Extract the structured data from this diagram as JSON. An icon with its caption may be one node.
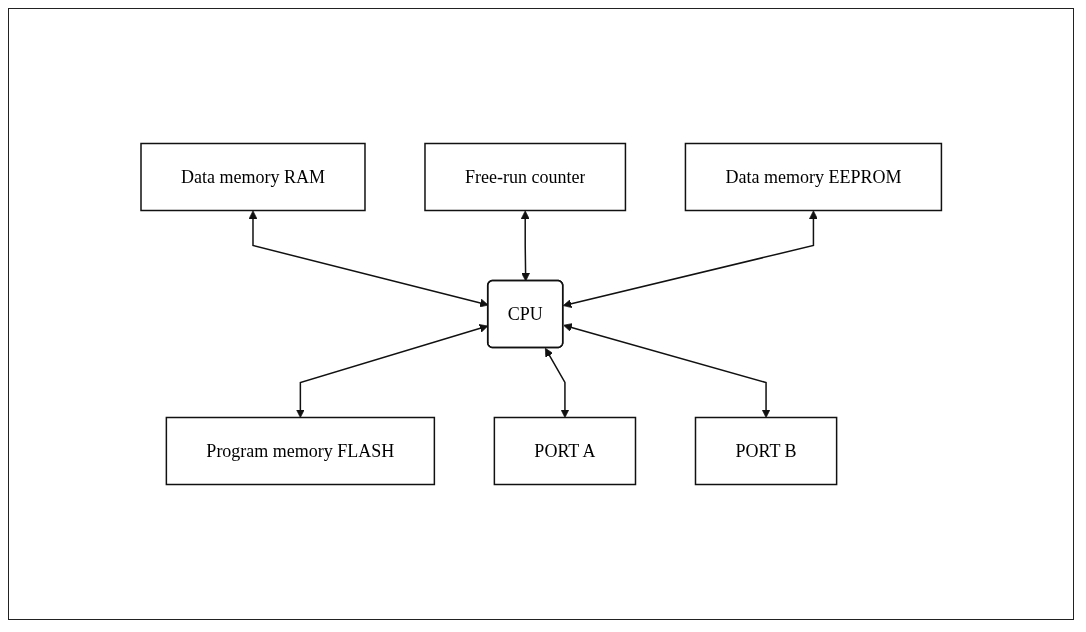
{
  "diagram": {
    "nodes": [
      {
        "text": [
          "Data memory RAM"
        ]
      },
      {
        "text": [
          "Free-run counter"
        ]
      },
      {
        "text": [
          "Data memory EEPROM"
        ]
      },
      {
        "text": [
          "CPU"
        ]
      },
      {
        "text": [
          "Program memory FLASH"
        ]
      },
      {
        "text": [
          "PORT A"
        ]
      },
      {
        "text": [
          "PORT B"
        ]
      }
    ],
    "edges": [
      {
        "from": 0,
        "to": 3,
        "arrow": "both"
      },
      {
        "from": 1,
        "to": 3,
        "arrow": "both"
      },
      {
        "from": 2,
        "to": 3,
        "arrow": "both"
      },
      {
        "from": 3,
        "to": 4,
        "arrow": "both"
      },
      {
        "from": 3,
        "to": 5,
        "arrow": "both"
      },
      {
        "from": 3,
        "to": 6,
        "arrow": "both"
      }
    ]
  }
}
